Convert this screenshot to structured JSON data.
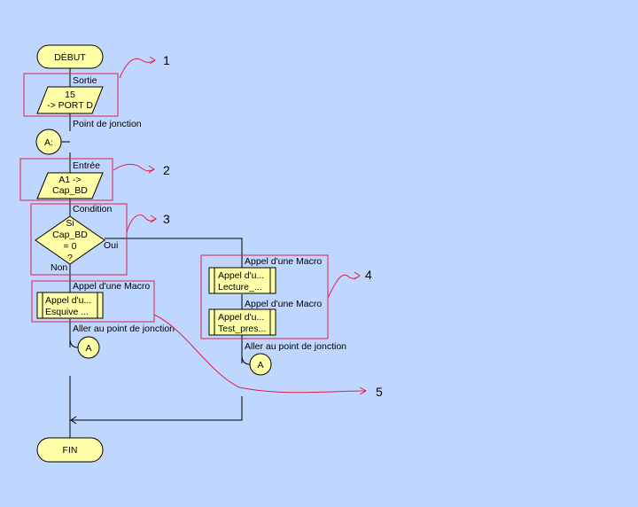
{
  "colors": {
    "background": "#bfd6ff",
    "shape_fill": "#ffffa8",
    "annotation_red": "#e0204a",
    "line": "#000000"
  },
  "start": {
    "label": "DÉBUT"
  },
  "end": {
    "label": "FIN"
  },
  "output": {
    "type_label": "Sortie",
    "line1": "15",
    "line2": "-> PORT D"
  },
  "junction": {
    "type_label": "Point de jonction",
    "label": "A:"
  },
  "input": {
    "type_label": "Entrée",
    "line1": "A1 ->",
    "line2": "Cap_BD"
  },
  "decision": {
    "type_label": "Condition",
    "line1": "Si",
    "line2": "Cap_BD",
    "line3": "= 0",
    "line4": "?",
    "yes": "Oui",
    "no": "Non"
  },
  "macro_left": {
    "type_label": "Appel d'une Macro",
    "line1": "Appel d'u...",
    "line2": "Esquive ..."
  },
  "goto_left": {
    "type_label": "Aller au point de jonction",
    "label": "A"
  },
  "macro_right_1": {
    "type_label": "Appel d'une Macro",
    "line1": "Appel d'u...",
    "line2": "Lecture_..."
  },
  "macro_right_2": {
    "type_label": "Appel d'une Macro",
    "line1": "Appel d'u...",
    "line2": "Test_pres..."
  },
  "goto_right": {
    "type_label": "Aller au point de jonction",
    "label": "A"
  },
  "annotations": [
    "1",
    "2",
    "3",
    "4",
    "5"
  ]
}
